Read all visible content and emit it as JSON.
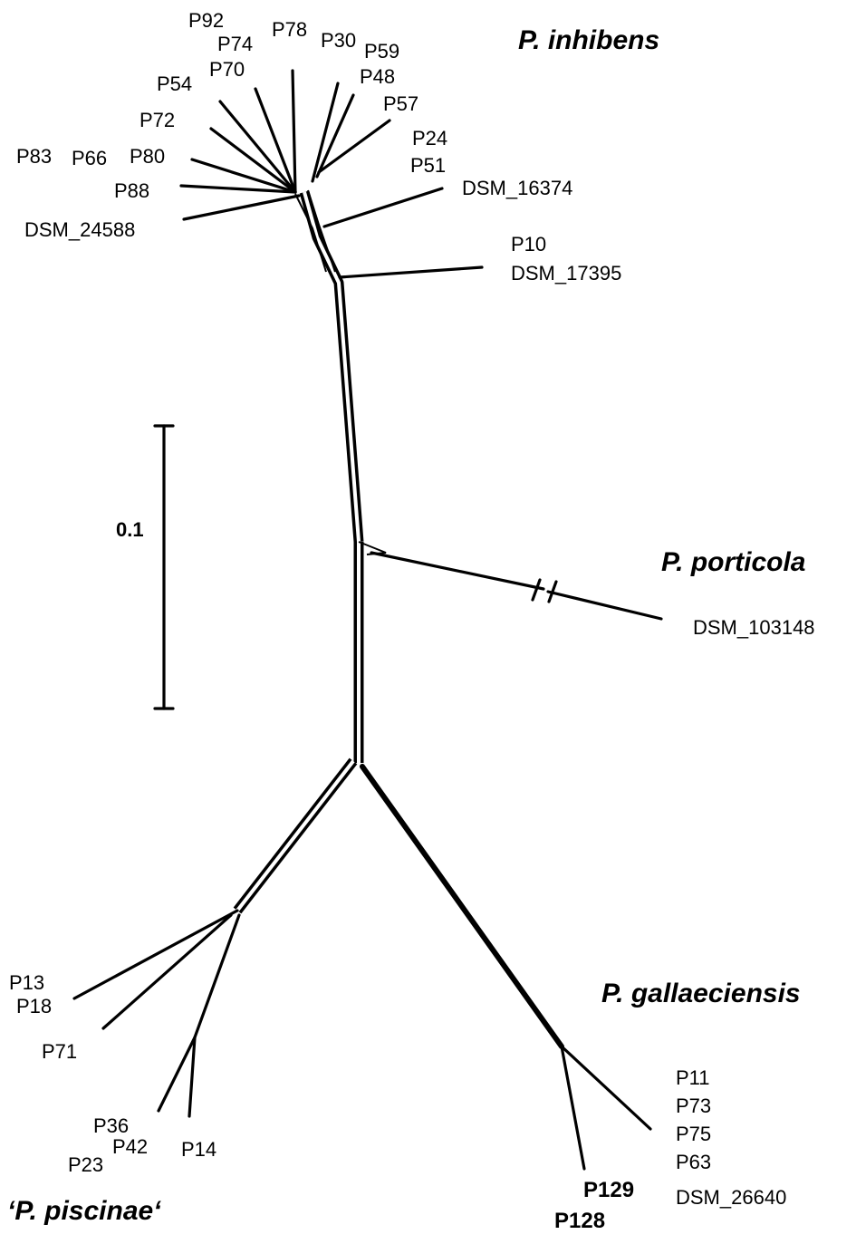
{
  "clades": {
    "inhibens": "P. inhibens",
    "porticola": "P. porticola",
    "gallaeciensis": "P. gallaeciensis",
    "piscinae": "‘P. piscinae‘"
  },
  "scale_bar": {
    "value": "0.1"
  },
  "break_mark": "//",
  "leaves": {
    "p92": "P92",
    "p74": "P74",
    "p78": "P78",
    "p30": "P30",
    "p59": "P59",
    "p70": "P70",
    "p54": "P54",
    "p48": "P48",
    "p57": "P57",
    "p72": "P72",
    "p24": "P24",
    "p83": "P83",
    "p66": "P66",
    "p80": "P80",
    "p51": "P51",
    "dsm16374": "DSM_16374",
    "p88": "P88",
    "dsm24588": "DSM_24588",
    "p10": "P10",
    "dsm17395": "DSM_17395",
    "dsm103148": "DSM_103148",
    "p13": "P13",
    "p18": "P18",
    "p71": "P71",
    "p36": "P36",
    "p42": "P42",
    "p23": "P23",
    "p14": "P14",
    "p11": "P11",
    "p73": "P73",
    "p75": "P75",
    "p63": "P63",
    "dsm26640": "DSM_26640",
    "p129": "P129",
    "p128": "P128"
  }
}
